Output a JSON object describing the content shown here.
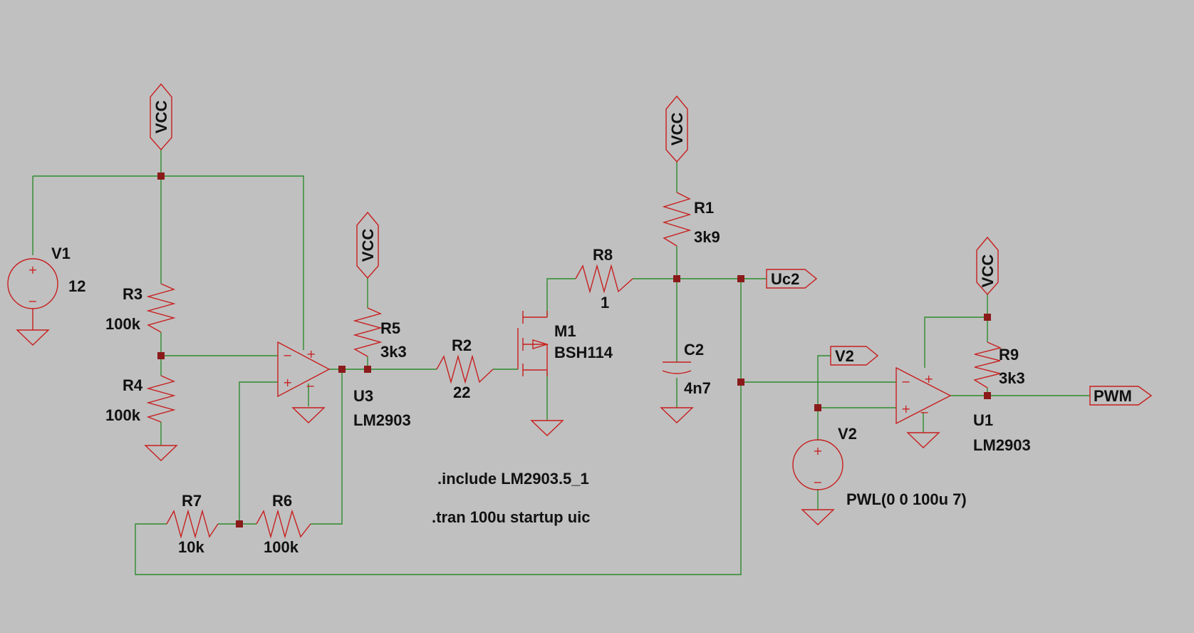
{
  "colors": {
    "background": "#c0c0c0",
    "wire": "#2e8b2e",
    "component": "#c81e1e",
    "junction": "#8b1a1a",
    "text": "#111111"
  },
  "power_flags": {
    "vcc": "VCC"
  },
  "net_labels": {
    "uc2": "Uc2",
    "v2": "V2",
    "pwm": "PWM"
  },
  "components": {
    "v1": {
      "name": "V1",
      "value": "12"
    },
    "r3": {
      "name": "R3",
      "value": "100k"
    },
    "r4": {
      "name": "R4",
      "value": "100k"
    },
    "r5": {
      "name": "R5",
      "value": "3k3"
    },
    "r7": {
      "name": "R7",
      "value": "10k"
    },
    "r6": {
      "name": "R6",
      "value": "100k"
    },
    "r2": {
      "name": "R2",
      "value": "22"
    },
    "m1": {
      "name": "M1",
      "value": "BSH114"
    },
    "r8": {
      "name": "R8",
      "value": "1"
    },
    "r1": {
      "name": "R1",
      "value": "3k9"
    },
    "c2": {
      "name": "C2",
      "value": "4n7"
    },
    "u3": {
      "name": "U3",
      "value": "LM2903"
    },
    "u1": {
      "name": "U1",
      "value": "LM2903"
    },
    "r9": {
      "name": "R9",
      "value": "3k3"
    },
    "v2": {
      "name": "V2",
      "value": "PWL(0 0 100u 7)"
    }
  },
  "directives": {
    "include": ".include LM2903.5_1",
    "tran": ".tran 100u startup uic"
  },
  "symbols": {
    "plus": "+",
    "minus": "−"
  }
}
